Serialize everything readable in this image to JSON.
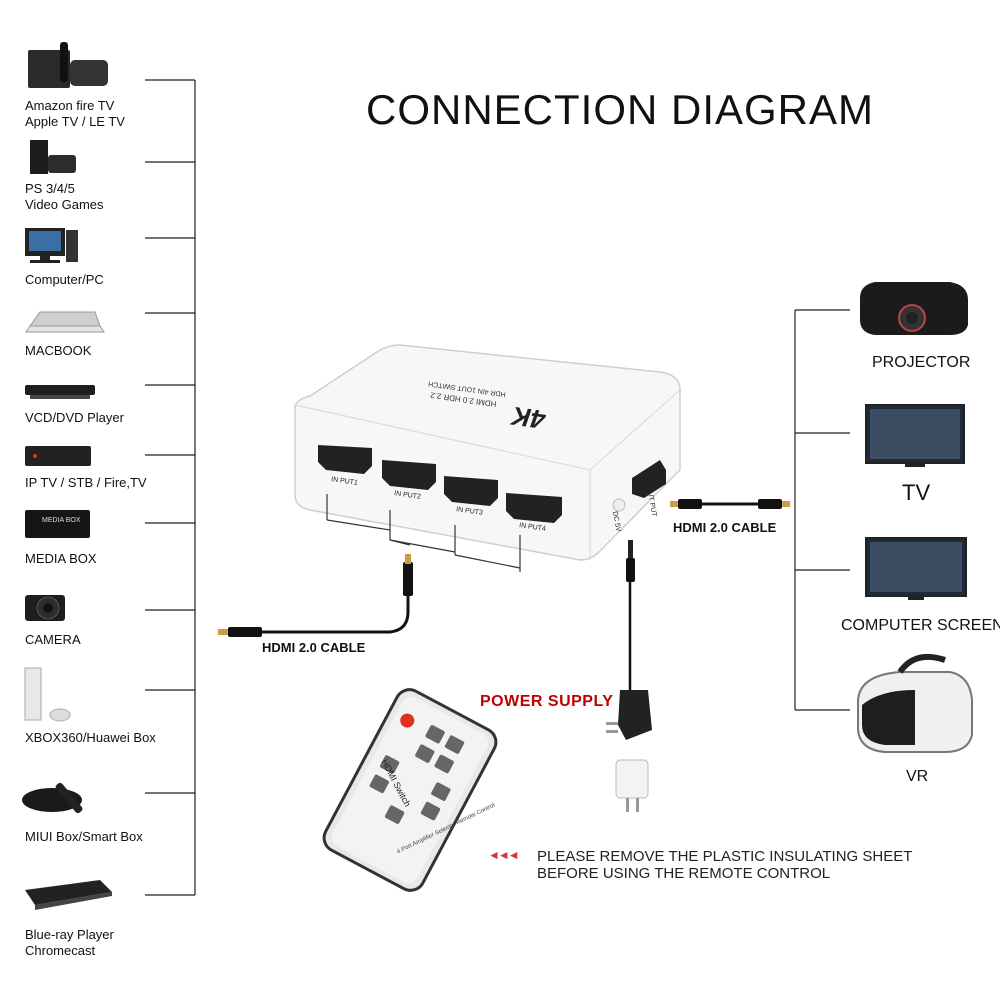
{
  "title": "CONNECTION DIAGRAM",
  "sources": [
    {
      "label": "Amazon fire TV\nApple TV / LE TV",
      "icon": "streaming-box-icon"
    },
    {
      "label": "PS 3/4/5\nVideo Games",
      "icon": "game-console-icon"
    },
    {
      "label": "Computer/PC",
      "icon": "desktop-computer-icon"
    },
    {
      "label": "MACBOOK",
      "icon": "laptop-icon"
    },
    {
      "label": "VCD/DVD Player",
      "icon": "dvd-player-icon"
    },
    {
      "label": "IP TV / STB / Fire,TV",
      "icon": "set-top-box-icon"
    },
    {
      "label": "MEDIA BOX",
      "icon": "media-box-icon"
    },
    {
      "label": "CAMERA",
      "icon": "camera-icon"
    },
    {
      "label": "XBOX360/Huawei Box",
      "icon": "xbox-console-icon"
    },
    {
      "label": "MIUI Box/Smart Box",
      "icon": "smart-box-icon"
    },
    {
      "label": "Blue-ray Player\nChromecast",
      "icon": "bluray-player-icon"
    }
  ],
  "destinations": [
    {
      "label": "PROJECTOR",
      "icon": "projector-icon"
    },
    {
      "label": "TV",
      "icon": "tv-icon"
    },
    {
      "label": "COMPUTER SCREEN",
      "icon": "monitor-icon"
    },
    {
      "label": "VR",
      "icon": "vr-headset-icon"
    }
  ],
  "device": {
    "brand": "4K",
    "model_line1": "HDMI 2.0 HDR 2.2",
    "model_line2": "HDR 4IN 1OUT SWITCH",
    "inputs": [
      "IN PUT1",
      "IN PUT2",
      "IN PUT3",
      "IN PUT4"
    ],
    "output": "OUT PUT",
    "dc": "DC 5V"
  },
  "cables": {
    "input_cable": "HDMI 2.0 CABLE",
    "output_cable": "HDMI 2.0 CABLE"
  },
  "power_supply": "POWER SUPPLY",
  "remote": {
    "label": "HDMI Switch",
    "sublabel": "4 Port Amplifier Selector Remote Control"
  },
  "note": {
    "line1": "PLEASE REMOVE THE PLASTIC INSULATING SHEET",
    "line2": "BEFORE USING THE REMOTE CONTROL",
    "arrows": "◄◄◄"
  },
  "colors": {
    "power_label": "#c00000",
    "note_arrows": "#d23a3a",
    "remote_power_button": "#e03020"
  }
}
